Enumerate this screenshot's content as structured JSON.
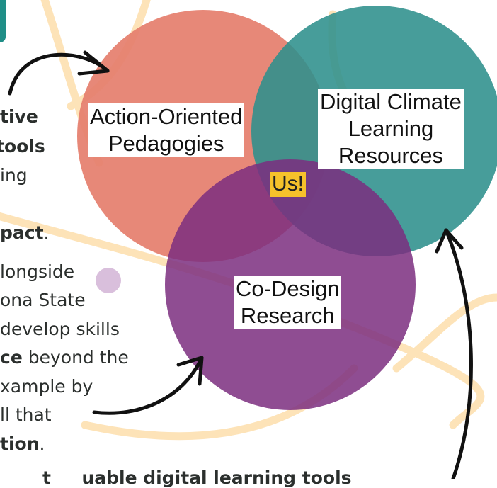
{
  "venn": {
    "circles": [
      {
        "label": "Action-Oriented Pedagogies",
        "lines": [
          "Action-Oriented",
          "Pedagogies"
        ],
        "color": "#e57f6e"
      },
      {
        "label": "Digital Climate Learning Resources",
        "lines": [
          "Digital Climate",
          "Learning",
          "Resources"
        ],
        "color": "#2e8f8c"
      },
      {
        "label": "Co-Design Research",
        "lines": [
          "Co-Design",
          "Research"
        ],
        "color": "#7b2e7f"
      }
    ],
    "center_label": "Us!",
    "center_color": "#f6c22b"
  },
  "side_text": {
    "lines": [
      [
        {
          "text": "tive",
          "bold": true
        }
      ],
      [
        {
          "text": " tools",
          "bold": true
        }
      ],
      [
        {
          "text": "ing",
          "bold": false
        }
      ],
      [
        {
          "text": "pact",
          "bold": true
        },
        {
          "text": ".",
          "bold": false
        }
      ],
      [
        {
          "text": "longside",
          "bold": false
        }
      ],
      [
        {
          "text": "ona State",
          "bold": false
        }
      ],
      [
        {
          "text": "develop skills",
          "bold": false
        }
      ],
      [
        {
          "text": "ce",
          "bold": true
        },
        {
          "text": " beyond the",
          "bold": false
        }
      ],
      [
        {
          "text": "xample by",
          "bold": false
        }
      ],
      [
        {
          "text": "ll that",
          "bold": false
        }
      ],
      [
        {
          "text": "tion",
          "bold": true
        },
        {
          "text": ".",
          "bold": false
        }
      ]
    ],
    "bottom_line": "t     uable digital learning tools"
  },
  "colors": {
    "swirl": "#fde3b8",
    "text": "#2b2f2d",
    "accent_tab": "#1f8e87",
    "dot": "#d9bfdc"
  }
}
